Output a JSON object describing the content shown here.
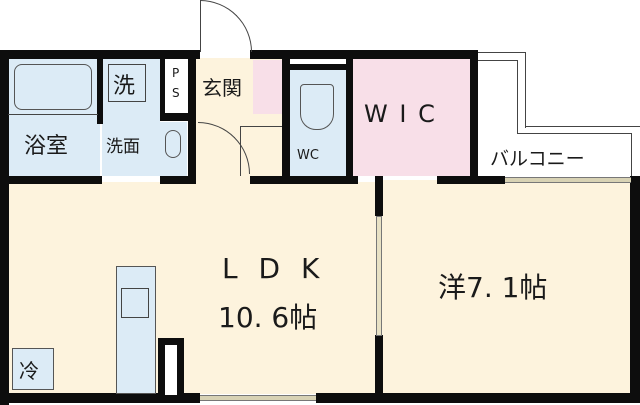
{
  "floor_plan": {
    "rooms": {
      "bathroom": "浴室",
      "washroom": "洗面",
      "washer": "洗",
      "pipe_space": "PS",
      "pipe_space_p": "P",
      "pipe_space_s": "S",
      "entrance": "玄関",
      "toilet": "WC",
      "wic": "W I C",
      "balcony": "バルコニー",
      "ldk_name": "L D K",
      "ldk_size": "10. 6帖",
      "western_room": "洋7. 1帖",
      "fridge": "冷"
    },
    "colors": {
      "ldk": "#fdf3dd",
      "wet_area": "#dcebf6",
      "wic": "#f8dfe8",
      "wall": "#0d0d0d"
    }
  }
}
